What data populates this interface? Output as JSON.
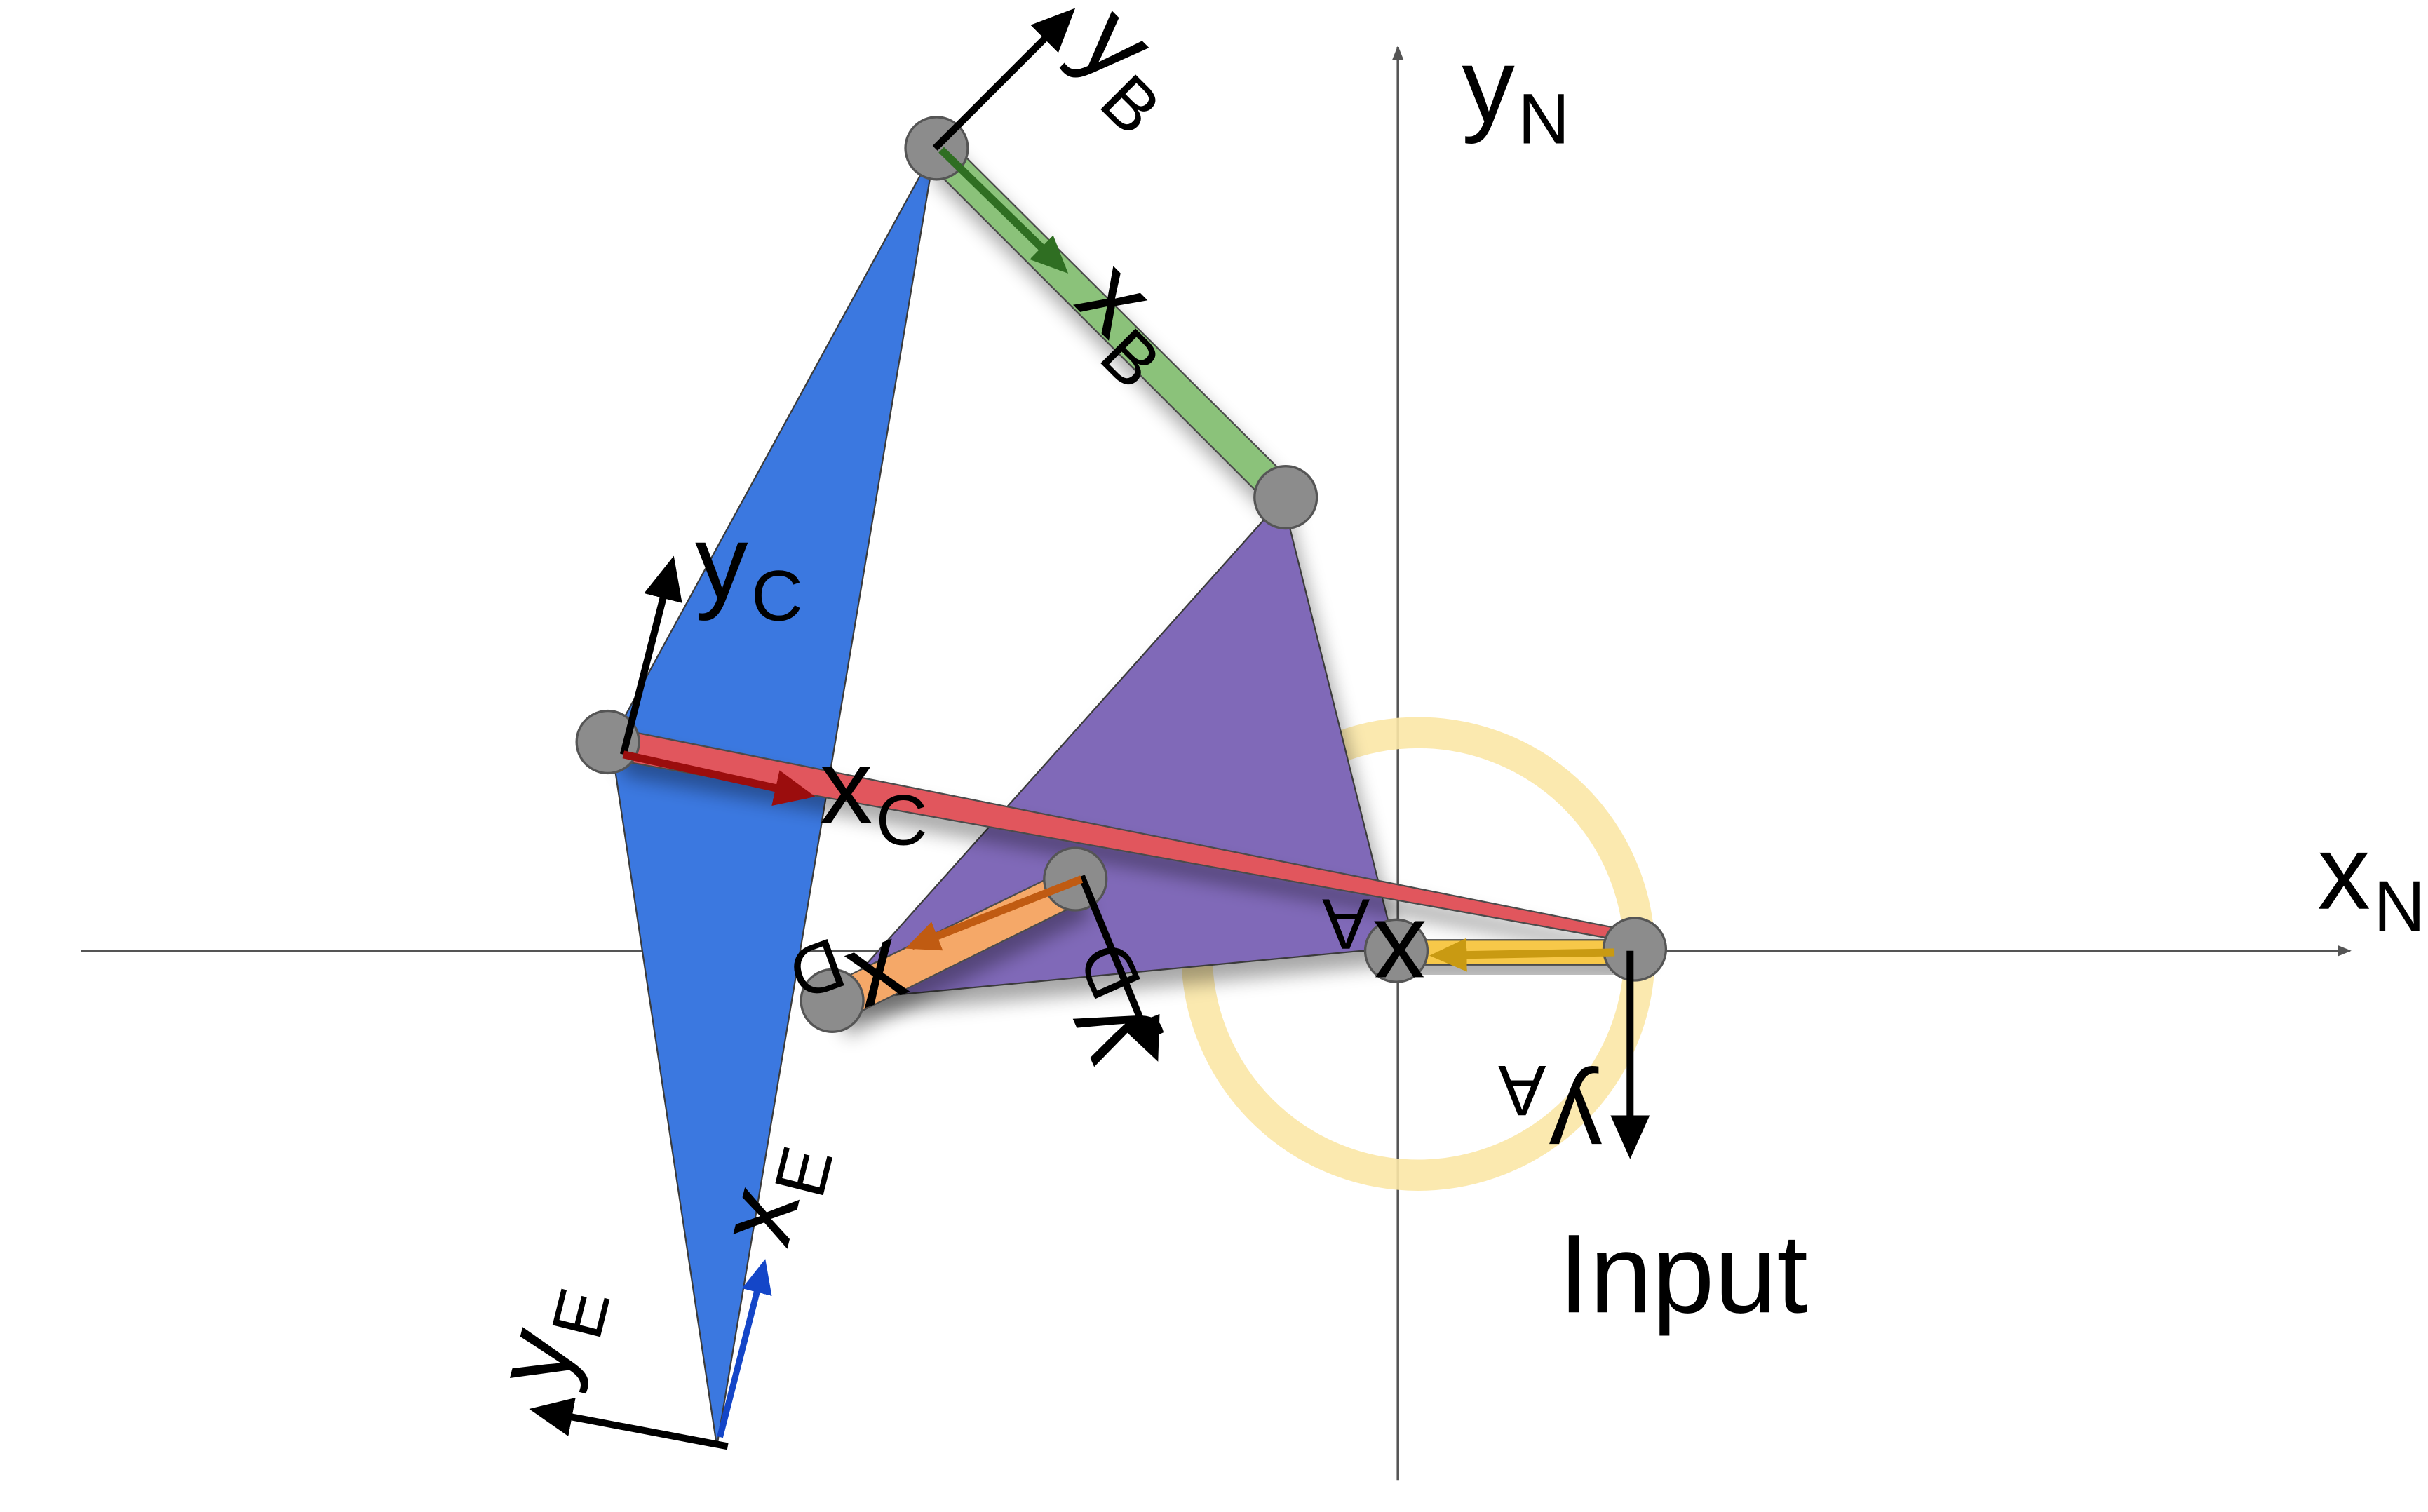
{
  "axes": {
    "x_label": "x",
    "x_sub": "N",
    "y_label": "y",
    "y_sub": "N"
  },
  "frames": {
    "A": {
      "x": "x",
      "x_sub": "A",
      "y": "y",
      "y_sub": "A"
    },
    "B": {
      "x": "x",
      "x_sub": "B",
      "y": "y",
      "y_sub": "B"
    },
    "C": {
      "x": "x",
      "x_sub": "C",
      "y": "y",
      "y_sub": "C"
    },
    "D": {
      "x": "x",
      "x_sub": "D",
      "y": "y",
      "y_sub": "D"
    },
    "E": {
      "x": "x",
      "x_sub": "E",
      "y": "y",
      "y_sub": "E"
    }
  },
  "input_label": "Input",
  "colors": {
    "blue_body": "#3b78e0",
    "green_link": "#8bc27a",
    "purple_body": "#8069b8",
    "red_link": "#e1575d",
    "orange_link": "#f5a868",
    "yellow_link": "#f7c84a",
    "input_circle": "#fbe7a6",
    "joint": "#8c8c8c",
    "axis": "#555555"
  }
}
